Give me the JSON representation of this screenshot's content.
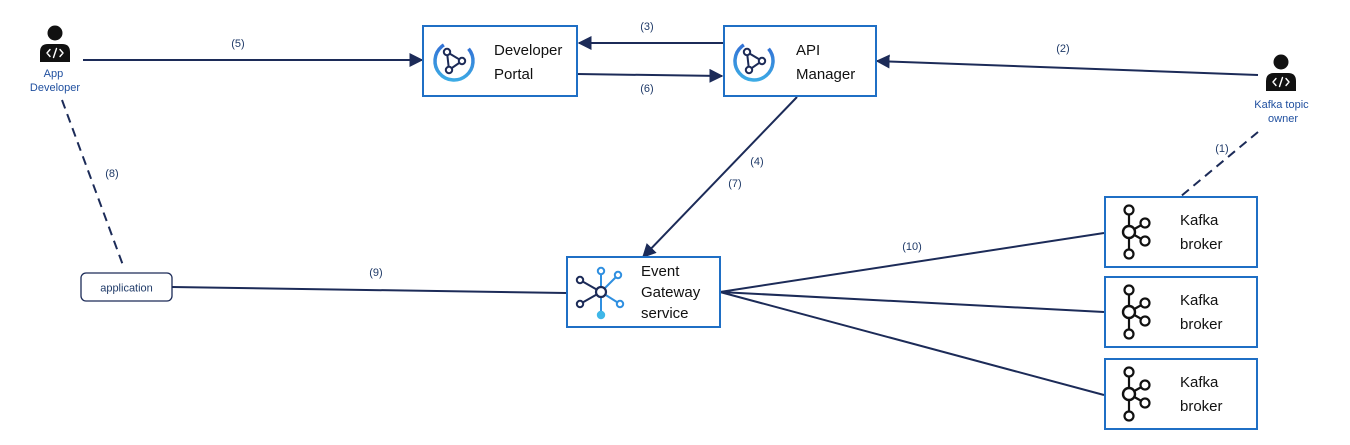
{
  "actors": {
    "app_developer": {
      "line1": "App",
      "line2": "Developer"
    },
    "kafka_topic_owner": {
      "line1": "Kafka topic",
      "line2": "owner"
    }
  },
  "nodes": {
    "developer_portal": {
      "line1": "Developer",
      "line2": "Portal",
      "icon": "api-connect-icon"
    },
    "api_manager": {
      "line1": "API",
      "line2": "Manager",
      "icon": "api-connect-icon"
    },
    "event_gateway": {
      "line1": "Event",
      "line2": "Gateway",
      "line3": "service",
      "icon": "event-gateway-icon"
    },
    "application": {
      "label": "application"
    },
    "kafka_brokers": [
      {
        "line1": "Kafka",
        "line2": "broker",
        "icon": "kafka-icon"
      },
      {
        "line1": "Kafka",
        "line2": "broker",
        "icon": "kafka-icon"
      },
      {
        "line1": "Kafka",
        "line2": "broker",
        "icon": "kafka-icon"
      }
    ]
  },
  "edges": {
    "e1": "(1)",
    "e2": "(2)",
    "e3": "(3)",
    "e4": "(4)",
    "e5": "(5)",
    "e6": "(6)",
    "e7": "(7)",
    "e8": "(8)",
    "e9": "(9)",
    "e10": "(10)"
  },
  "colors": {
    "box_border": "#1f6fc5",
    "line": "#1c2b58",
    "label": "#1f3a68",
    "accent_blue": "#2f8fe0",
    "accent_cyan": "#3fb7e8",
    "dark_node": "#1c2b58"
  }
}
